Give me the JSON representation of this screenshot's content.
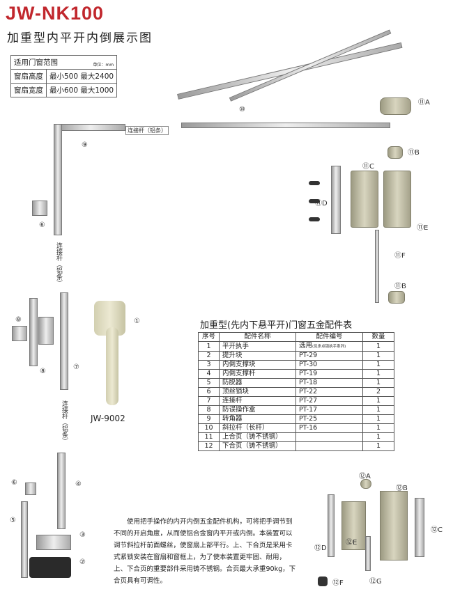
{
  "header": {
    "title": "JW-NK100",
    "subtitle": "加重型内平开内倒展示图"
  },
  "range_table": {
    "header": "适用门窗范围",
    "unit": "单位：mm",
    "rows": [
      {
        "label": "窗扇高度",
        "value": "最小500 最大2400"
      },
      {
        "label": "窗扇宽度",
        "value": "最小600 最大1000"
      }
    ]
  },
  "parts_table": {
    "title": "加重型(先内下悬平开)门窗五金配件表",
    "columns": [
      "序号",
      "配件名称",
      "配件编号",
      "数量"
    ],
    "rows": [
      {
        "no": "1",
        "name": "平开执手",
        "code": "选用",
        "note": "(见多点锁执手系列)",
        "qty": "1"
      },
      {
        "no": "2",
        "name": "提升块",
        "code": "PT-29",
        "note": "",
        "qty": "1"
      },
      {
        "no": "3",
        "name": "内倒支撑块",
        "code": "PT-30",
        "note": "",
        "qty": "1"
      },
      {
        "no": "4",
        "name": "内倒支撑杆",
        "code": "PT-19",
        "note": "",
        "qty": "1"
      },
      {
        "no": "5",
        "name": "防脱器",
        "code": "PT-18",
        "note": "",
        "qty": "1"
      },
      {
        "no": "6",
        "name": "顶丝锁块",
        "code": "PT-22",
        "note": "",
        "qty": "2"
      },
      {
        "no": "7",
        "name": "连接杆",
        "code": "PT-27",
        "note": "",
        "qty": "1"
      },
      {
        "no": "8",
        "name": "防误操作盒",
        "code": "PT-17",
        "note": "",
        "qty": "1"
      },
      {
        "no": "9",
        "name": "转角器",
        "code": "PT-25",
        "note": "",
        "qty": "1"
      },
      {
        "no": "10",
        "name": "斜拉杆（长杆）",
        "code": "PT-16",
        "note": "",
        "qty": "1"
      },
      {
        "no": "11",
        "name": "上合页（铸不锈钢）",
        "code": "",
        "note": "",
        "qty": "1"
      },
      {
        "no": "12",
        "name": "下合页（铸不锈钢）",
        "code": "",
        "note": "",
        "qty": "1"
      }
    ]
  },
  "labels": {
    "l10": "⑩",
    "l11a": "⑪A",
    "l11b": "⑪B",
    "l11c": "⑪C",
    "l11d": "⑪D",
    "l11e": "⑪E",
    "l11f": "⑪F",
    "l11b2": "⑪B",
    "l9": "⑨",
    "rod_h": "连接杆（铝条）",
    "l6": "⑥",
    "rod_v1": "连接杆（铝条）",
    "l8a": "⑧",
    "l8b": "⑧",
    "l7": "⑦",
    "l1": "①",
    "handle_model": "JW-9002",
    "rod_v2": "连接杆（铝条）",
    "l6b": "⑥",
    "l5": "⑤",
    "l4": "④",
    "l3": "③",
    "l2": "②",
    "l12a": "⑫A",
    "l12b": "⑫B",
    "l12c": "⑫C",
    "l12d": "⑫D",
    "l12e": "⑫E",
    "l12f": "⑫F",
    "l12g": "⑫G"
  },
  "description": "使用把手操作的内开内倒五金配件机构，可将把手调节到不同的开启角度，从而使铝合金窗内平开或内倒。本装置可以调节斜拉杆前面螺丝，使窗扇上部平行。上、下合页是采用卡式紧锁安装在窗扇和窗框上，为了使本装置更牢固、耐用，上、下合页的重要部件采用铸不锈钢。合页最大承重90kg，下合页具有可调性。"
}
